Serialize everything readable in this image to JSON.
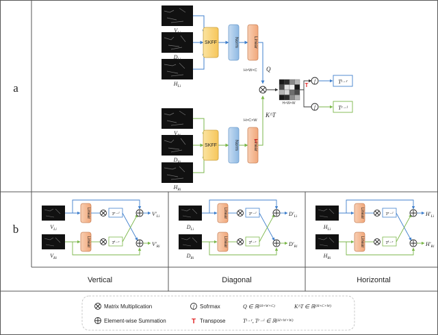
{
  "panels": {
    "a_label": "a",
    "b_label": "b"
  },
  "panel_a": {
    "top_inputs": [
      "V_{Li}",
      "D_{Li}",
      "H_{Li}"
    ],
    "bottom_inputs": [
      "V_{Ri}",
      "D_{Ri}",
      "H_{Ri}"
    ],
    "skff": "SKFF",
    "norm": "Norm",
    "linear": "Linear",
    "q_shape": "H×W×C",
    "q_label": "Q",
    "k_shape": "H×C×W",
    "k_label": "K^T",
    "transpose_mark": "T",
    "attn_shape": "H×W×W",
    "out_top": "T^{l→r}",
    "out_bottom": "T^{r→l}"
  },
  "panel_b": {
    "sub_panels": [
      {
        "caption": "Vertical",
        "in_top": "V_{Li}",
        "in_bottom": "V_{Ri}",
        "out_top": "V′_{Li}",
        "out_bottom": "V′_{Ri}"
      },
      {
        "caption": "Diagonal",
        "in_top": "D_{Li}",
        "in_bottom": "D_{Ri}",
        "out_top": "D′_{Li}",
        "out_bottom": "D′_{Ri}"
      },
      {
        "caption": "Horizontal",
        "in_top": "H_{Li}",
        "in_bottom": "H_{Ri}",
        "out_top": "H′_{Li}",
        "out_bottom": "H′_{Ri}"
      }
    ],
    "linear": "Linear",
    "t_top": "T^{r→l}",
    "t_bottom": "T^{l→r}"
  },
  "legend": {
    "matmul": "Matrix Multiplication",
    "softmax": "Sofrmax",
    "q_def": "Q ∈ ℝ^{(H×W×C)}",
    "k_def": "K^T ∈ ℝ^{(H×C×W)}",
    "sum": "Element-wise Summation",
    "transpose": "Transpose",
    "t_def": "T^{l→r}, T^{r→l} ∈ ℝ^{(H×W×W)}"
  },
  "colors": {
    "blue_flow": "#3f7fcc",
    "green_flow": "#7ab648",
    "skff_fill": "#f9d67a",
    "norm_fill": "#9fc5e8",
    "linear_fill": "#f4b183",
    "transpose_red": "#e02020"
  }
}
